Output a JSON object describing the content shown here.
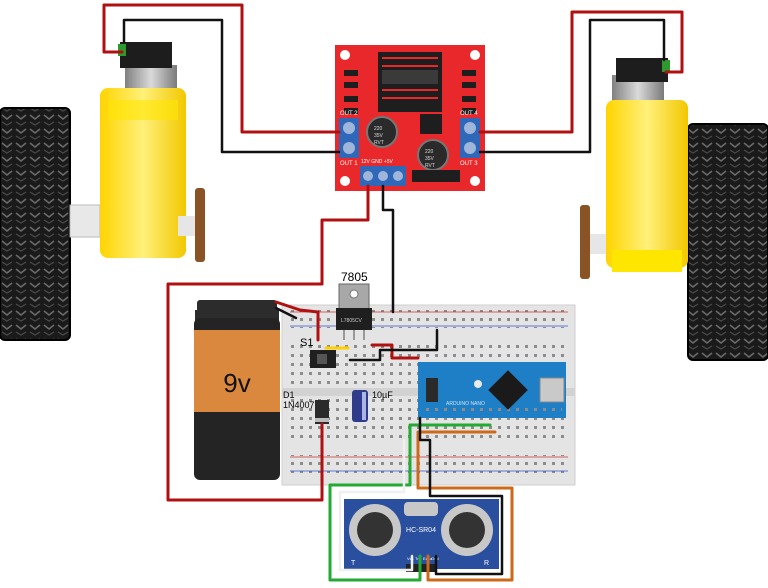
{
  "driver": {
    "out1": "OUT 1",
    "out2": "OUT 2",
    "out3": "OUT 3",
    "out4": "OUT 4",
    "terminals": "12V  GND  +5V",
    "cap_text": [
      "220",
      "35V",
      "RVT"
    ]
  },
  "regulator": {
    "label": "7805",
    "part": "L7805CV"
  },
  "switch": {
    "label": "S1"
  },
  "diode": {
    "label_1": "D1",
    "label_2": "1N4007"
  },
  "capacitor": {
    "label": "10µF"
  },
  "battery": {
    "label": "9v"
  },
  "sensor": {
    "label": "HC-SR04",
    "t": "T",
    "r": "R",
    "pins": [
      "Vcc",
      "Trig",
      "Echo",
      "Gnd"
    ]
  },
  "nano": {
    "text": "ARDUINO NANO"
  },
  "colors": {
    "wire_red": "#b01010",
    "wire_black": "#111111",
    "wire_green": "#22aa33",
    "wire_orange": "#cc6a1a",
    "driver_board": "#e8282a",
    "motor_yellow": "#ffe100",
    "nano_blue": "#1e7fc6",
    "breadboard": "#e4e4e4",
    "battery_orange": "#d9883d"
  }
}
